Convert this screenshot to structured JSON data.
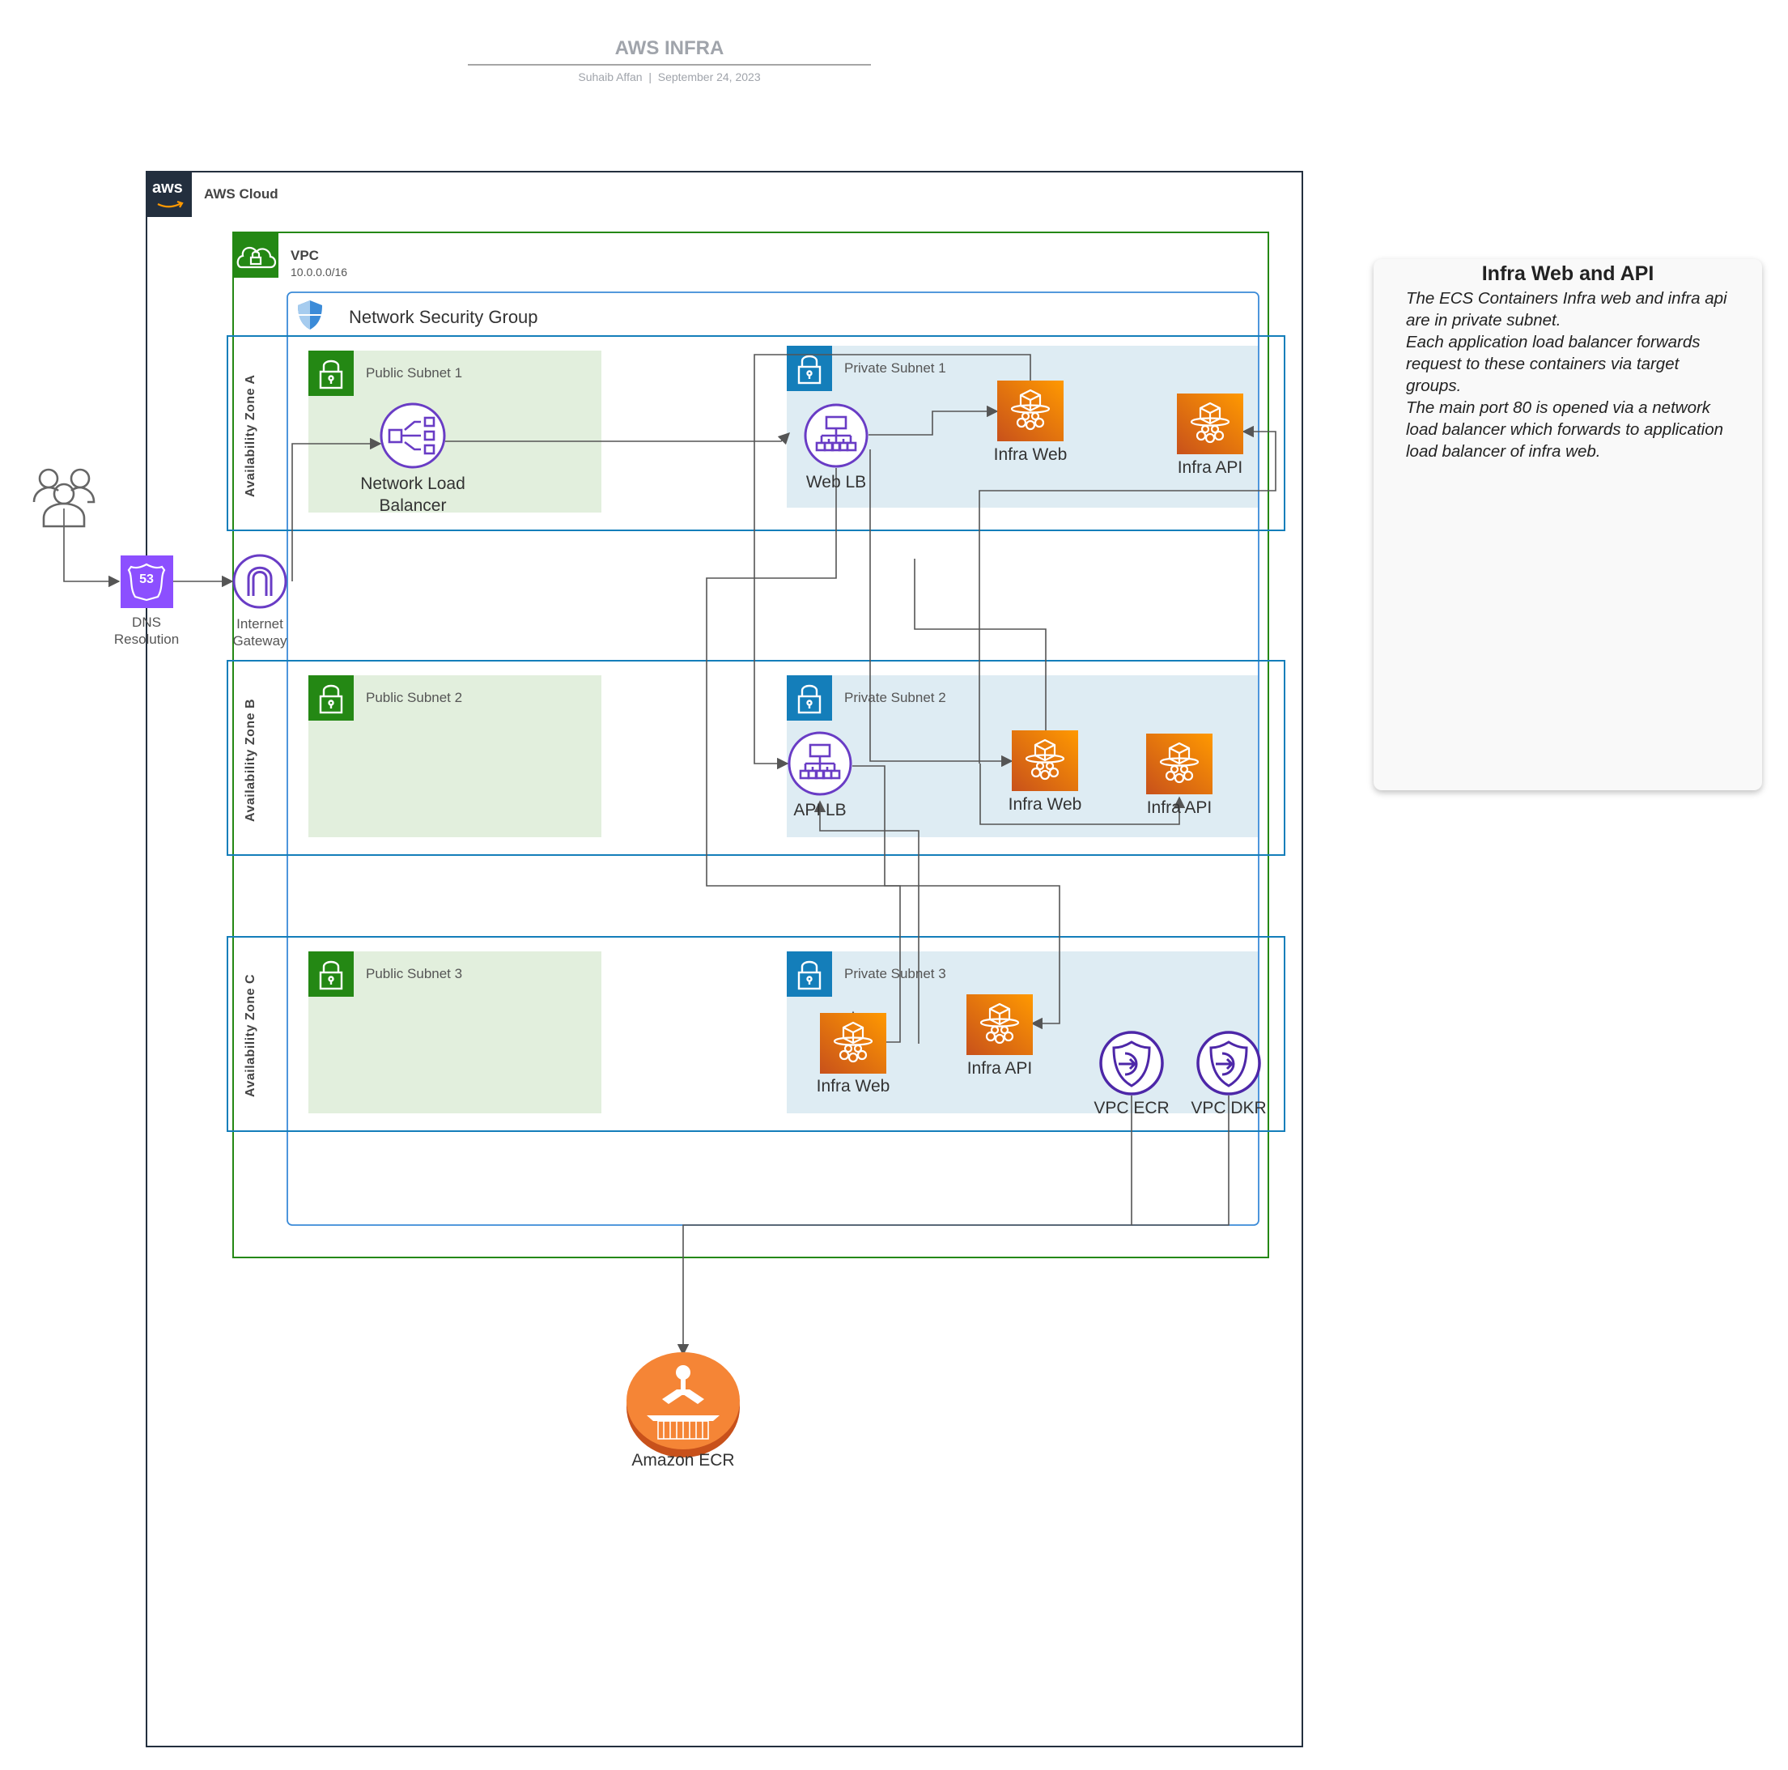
{
  "header": {
    "title": "AWS INFRA",
    "author": "Suhaib Affan",
    "separator": "|",
    "date": "September 24, 2023"
  },
  "groups": {
    "cloud": "AWS Cloud",
    "aws_logo_text": "aws",
    "vpc": "VPC",
    "vpc_cidr": "10.0.0.0/16",
    "nsg": "Network Security Group"
  },
  "zones": {
    "a": "Availability Zone A",
    "b": "Availability Zone B",
    "c": "Availability Zone C"
  },
  "subnets": {
    "public_1": "Public Subnet 1",
    "public_2": "Public Subnet 2",
    "public_3": "Public Subnet 3",
    "private_1": "Private Subnet 1",
    "private_2": "Private Subnet 2",
    "private_3": "Private Subnet 3"
  },
  "services": {
    "users": "users-icon",
    "dns_line1": "DNS",
    "dns_line2": "Resolution",
    "igw_line1": "Internet",
    "igw_line2": "Gateway",
    "nlb_line1": "Network Load",
    "nlb_line2": "Balancer",
    "web_lb": "Web LB",
    "api_lb": "API LB",
    "infra_web_1": "Infra Web",
    "infra_api_1": "Infra API",
    "infra_web_2": "Infra Web",
    "infra_api_2": "Infra API",
    "infra_web_3": "Infra Web",
    "infra_api_3": "Infra API",
    "vpc_ecr": "VPC ECR",
    "vpc_dkr": "VPC DKR",
    "ecr": "Amazon ECR",
    "route53_number": "53"
  },
  "note": {
    "title": "Infra Web and API",
    "body": "The ECS Containers Infra web and infra api are in private subnet.\nEach application load balancer forwards request to these containers via target groups.\nThe main port 80 is opened via a network load balancer which forwards to application load balancer of infra web."
  },
  "colors": {
    "aws_dark": "#232f3e",
    "vpc_green": "#248814",
    "nsg_blue": "#3b8bd8",
    "az_blue": "#147eba",
    "public_fill": "#e2efdd",
    "private_fill": "#deecf3",
    "purple": "#693cc5",
    "orange": "#ed7100",
    "ecr_orange": "#f58536"
  }
}
